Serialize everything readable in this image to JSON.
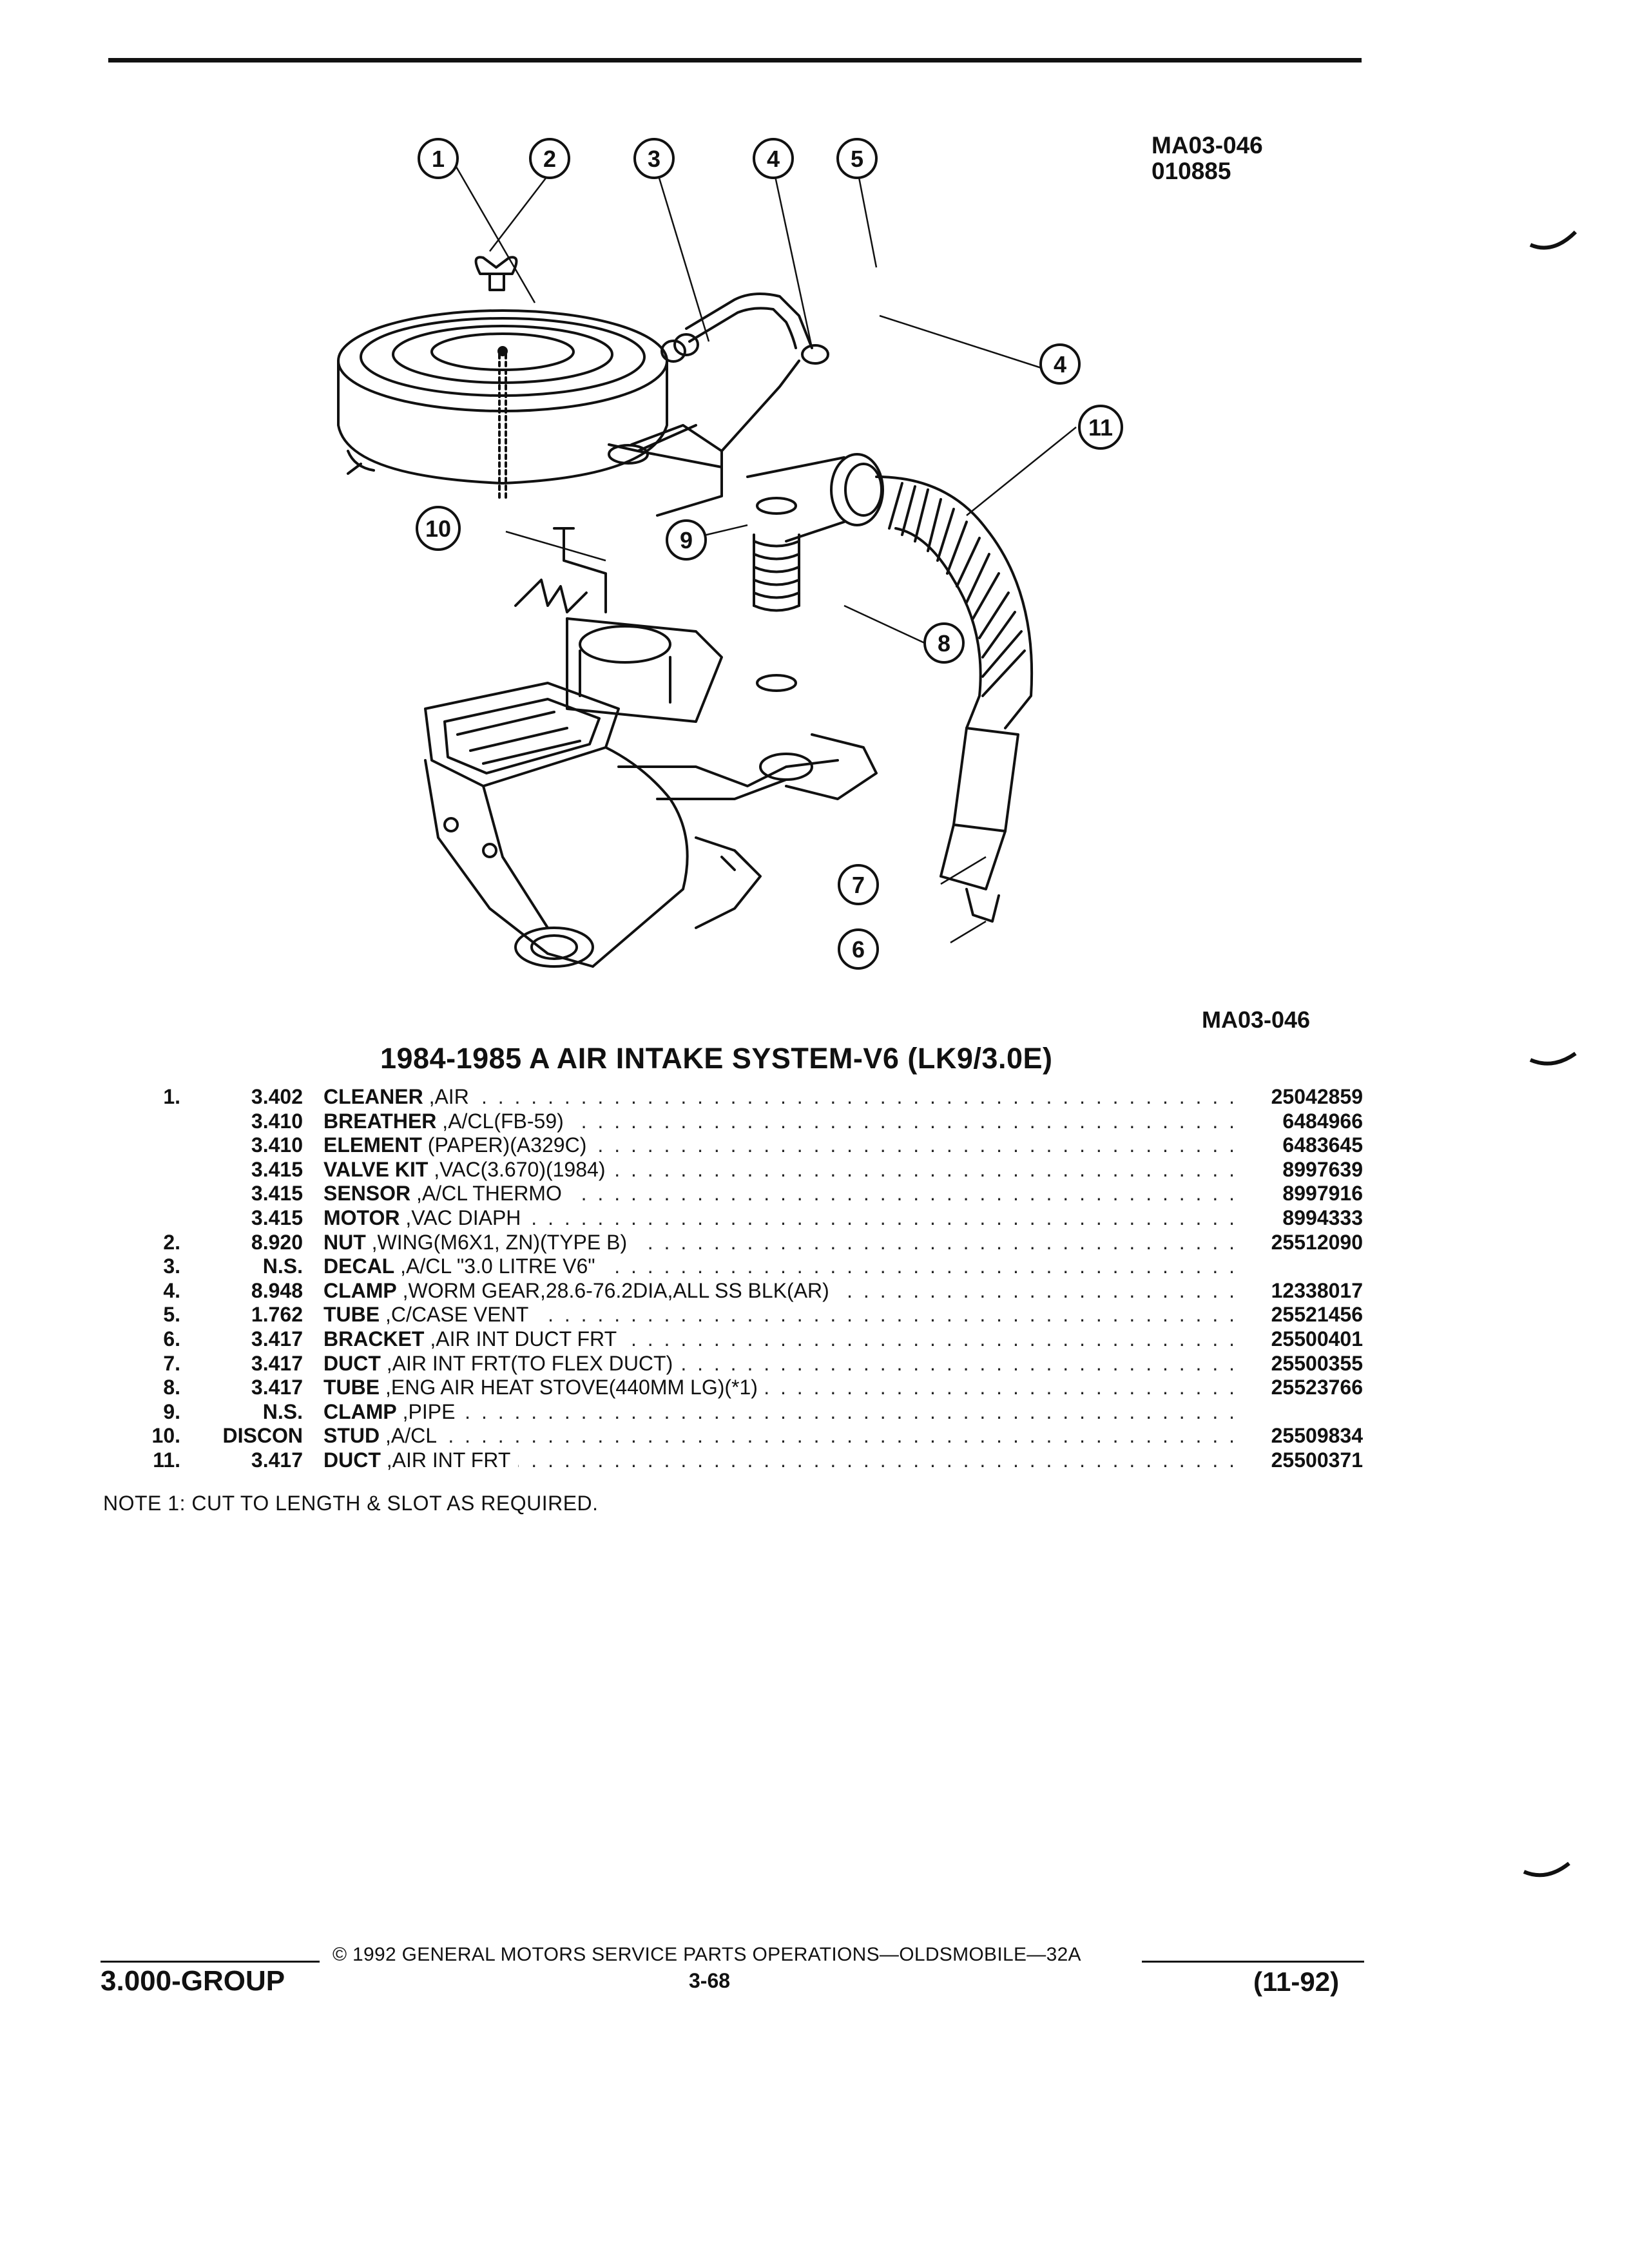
{
  "figure": {
    "code_top": "MA03-046",
    "date_code": "010885",
    "code_bottom": "MA03-046",
    "callouts": [
      "1",
      "2",
      "3",
      "4",
      "5",
      "4",
      "11",
      "10",
      "9",
      "8",
      "7",
      "6"
    ]
  },
  "title": "1984-1985 A AIR INTAKE SYSTEM-V6 (LK9/3.0E)",
  "parts": [
    {
      "item": "1.",
      "group": "3.402",
      "name": "CLEANER",
      "desc": ",AIR",
      "part": "25042859"
    },
    {
      "item": "",
      "group": "3.410",
      "name": "BREATHER",
      "desc": ",A/CL(FB-59)",
      "part": "6484966"
    },
    {
      "item": "",
      "group": "3.410",
      "name": "ELEMENT",
      "desc": "(PAPER)(A329C)",
      "part": "6483645"
    },
    {
      "item": "",
      "group": "3.415",
      "name": "VALVE KIT",
      "desc": ",VAC(3.670)(1984)",
      "part": "8997639"
    },
    {
      "item": "",
      "group": "3.415",
      "name": "SENSOR",
      "desc": ",A/CL THERMO",
      "part": "8997916"
    },
    {
      "item": "",
      "group": "3.415",
      "name": "MOTOR",
      "desc": ",VAC DIAPH",
      "part": "8994333"
    },
    {
      "item": "2.",
      "group": "8.920",
      "name": "NUT",
      "desc": ",WING(M6X1, ZN)(TYPE B)",
      "part": "25512090"
    },
    {
      "item": "3.",
      "group": "N.S.",
      "name": "DECAL",
      "desc": ",A/CL \"3.0 LITRE V6\"",
      "part": ""
    },
    {
      "item": "4.",
      "group": "8.948",
      "name": "CLAMP",
      "desc": ",WORM GEAR,28.6-76.2DIA,ALL SS BLK(AR)",
      "part": "12338017"
    },
    {
      "item": "5.",
      "group": "1.762",
      "name": "TUBE",
      "desc": ",C/CASE VENT",
      "part": "25521456"
    },
    {
      "item": "6.",
      "group": "3.417",
      "name": "BRACKET",
      "desc": ",AIR INT DUCT FRT",
      "part": "25500401"
    },
    {
      "item": "7.",
      "group": "3.417",
      "name": "DUCT",
      "desc": ",AIR INT FRT(TO FLEX DUCT)",
      "part": "25500355"
    },
    {
      "item": "8.",
      "group": "3.417",
      "name": "TUBE",
      "desc": ",ENG AIR HEAT STOVE(440MM LG)(*1)",
      "part": "25523766"
    },
    {
      "item": "9.",
      "group": "N.S.",
      "name": "CLAMP",
      "desc": ",PIPE",
      "part": ""
    },
    {
      "item": "10.",
      "group": "DISCON",
      "name": "STUD",
      "desc": ",A/CL",
      "part": "25509834"
    },
    {
      "item": "11.",
      "group": "3.417",
      "name": "DUCT",
      "desc": ",AIR INT FRT",
      "part": "25500371"
    }
  ],
  "note": "NOTE 1: CUT TO LENGTH & SLOT AS REQUIRED.",
  "footer": {
    "copyright": "© 1992 GENERAL MOTORS SERVICE PARTS OPERATIONS—OLDSMOBILE—32A",
    "group": "3.000-GROUP",
    "page": "3-68",
    "date": "(11-92)"
  }
}
